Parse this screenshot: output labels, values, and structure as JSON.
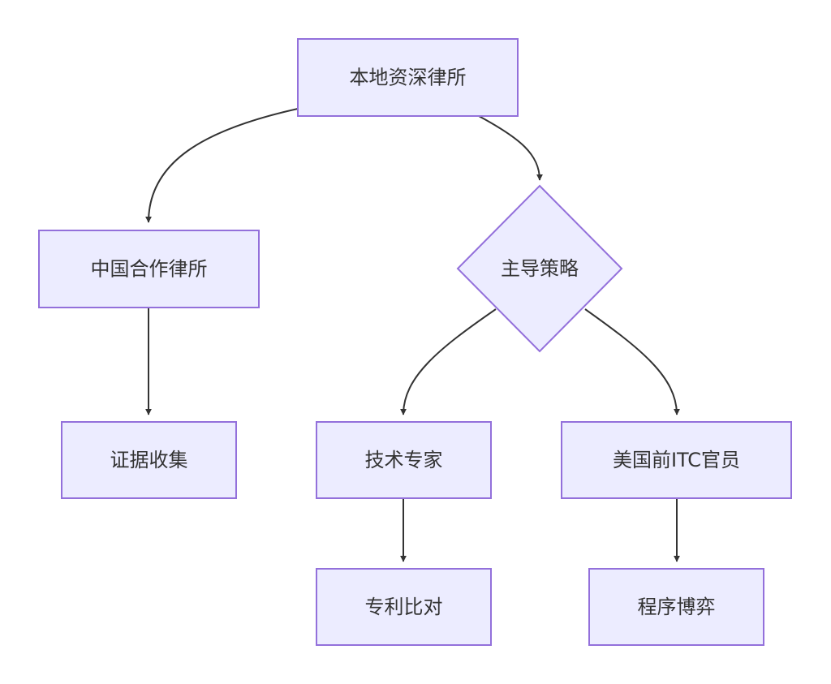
{
  "diagram": {
    "type": "flowchart",
    "colors": {
      "node_fill": "#ececff",
      "node_stroke": "#9370db",
      "edge": "#333333",
      "text": "#333333",
      "background": "#ffffff"
    },
    "nodes": {
      "local_firm": "本地资深律所",
      "china_firm": "中国合作律所",
      "evidence": "证据收集",
      "lead_strategy": "主导策略",
      "tech_expert": "技术专家",
      "itc_official": "美国前ITC官员",
      "patent_compare": "专利比对",
      "procedure_game": "程序博弈"
    },
    "edges": [
      {
        "from": "local_firm",
        "to": "china_firm"
      },
      {
        "from": "local_firm",
        "to": "lead_strategy"
      },
      {
        "from": "china_firm",
        "to": "evidence"
      },
      {
        "from": "lead_strategy",
        "to": "tech_expert"
      },
      {
        "from": "lead_strategy",
        "to": "itc_official"
      },
      {
        "from": "tech_expert",
        "to": "patent_compare"
      },
      {
        "from": "itc_official",
        "to": "procedure_game"
      }
    ]
  }
}
